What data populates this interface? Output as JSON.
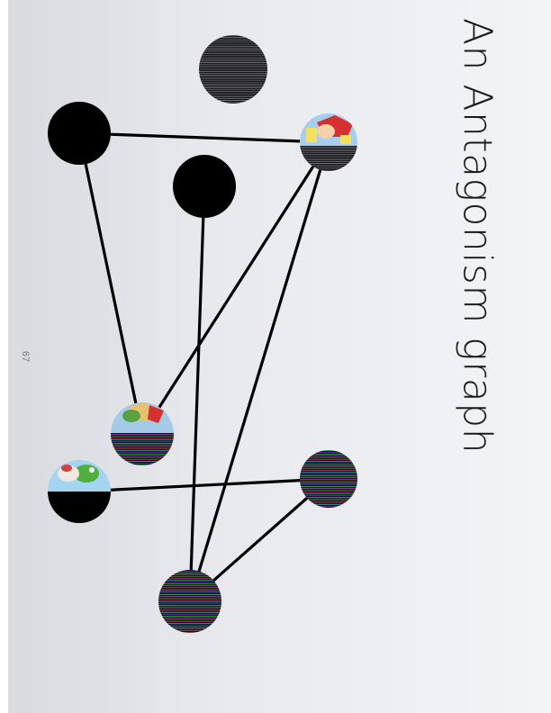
{
  "slide": {
    "title": "An Antagonism graph",
    "page_number": "67"
  },
  "graph": {
    "nodes": [
      {
        "id": "n1",
        "kind": "striped"
      },
      {
        "id": "n2",
        "kind": "mario"
      },
      {
        "id": "n3",
        "kind": "solid-black"
      },
      {
        "id": "n4",
        "kind": "solid-black"
      },
      {
        "id": "n5",
        "kind": "bowser"
      },
      {
        "id": "n6",
        "kind": "yoshi"
      },
      {
        "id": "n7",
        "kind": "striped"
      },
      {
        "id": "n8",
        "kind": "striped"
      }
    ],
    "edges": [
      {
        "from": "n2",
        "to": "n3"
      },
      {
        "from": "n3",
        "to": "n5"
      },
      {
        "from": "n2",
        "to": "n5"
      },
      {
        "from": "n2",
        "to": "n8"
      },
      {
        "from": "n4",
        "to": "n8"
      },
      {
        "from": "n6",
        "to": "n7"
      },
      {
        "from": "n7",
        "to": "n8"
      }
    ]
  }
}
